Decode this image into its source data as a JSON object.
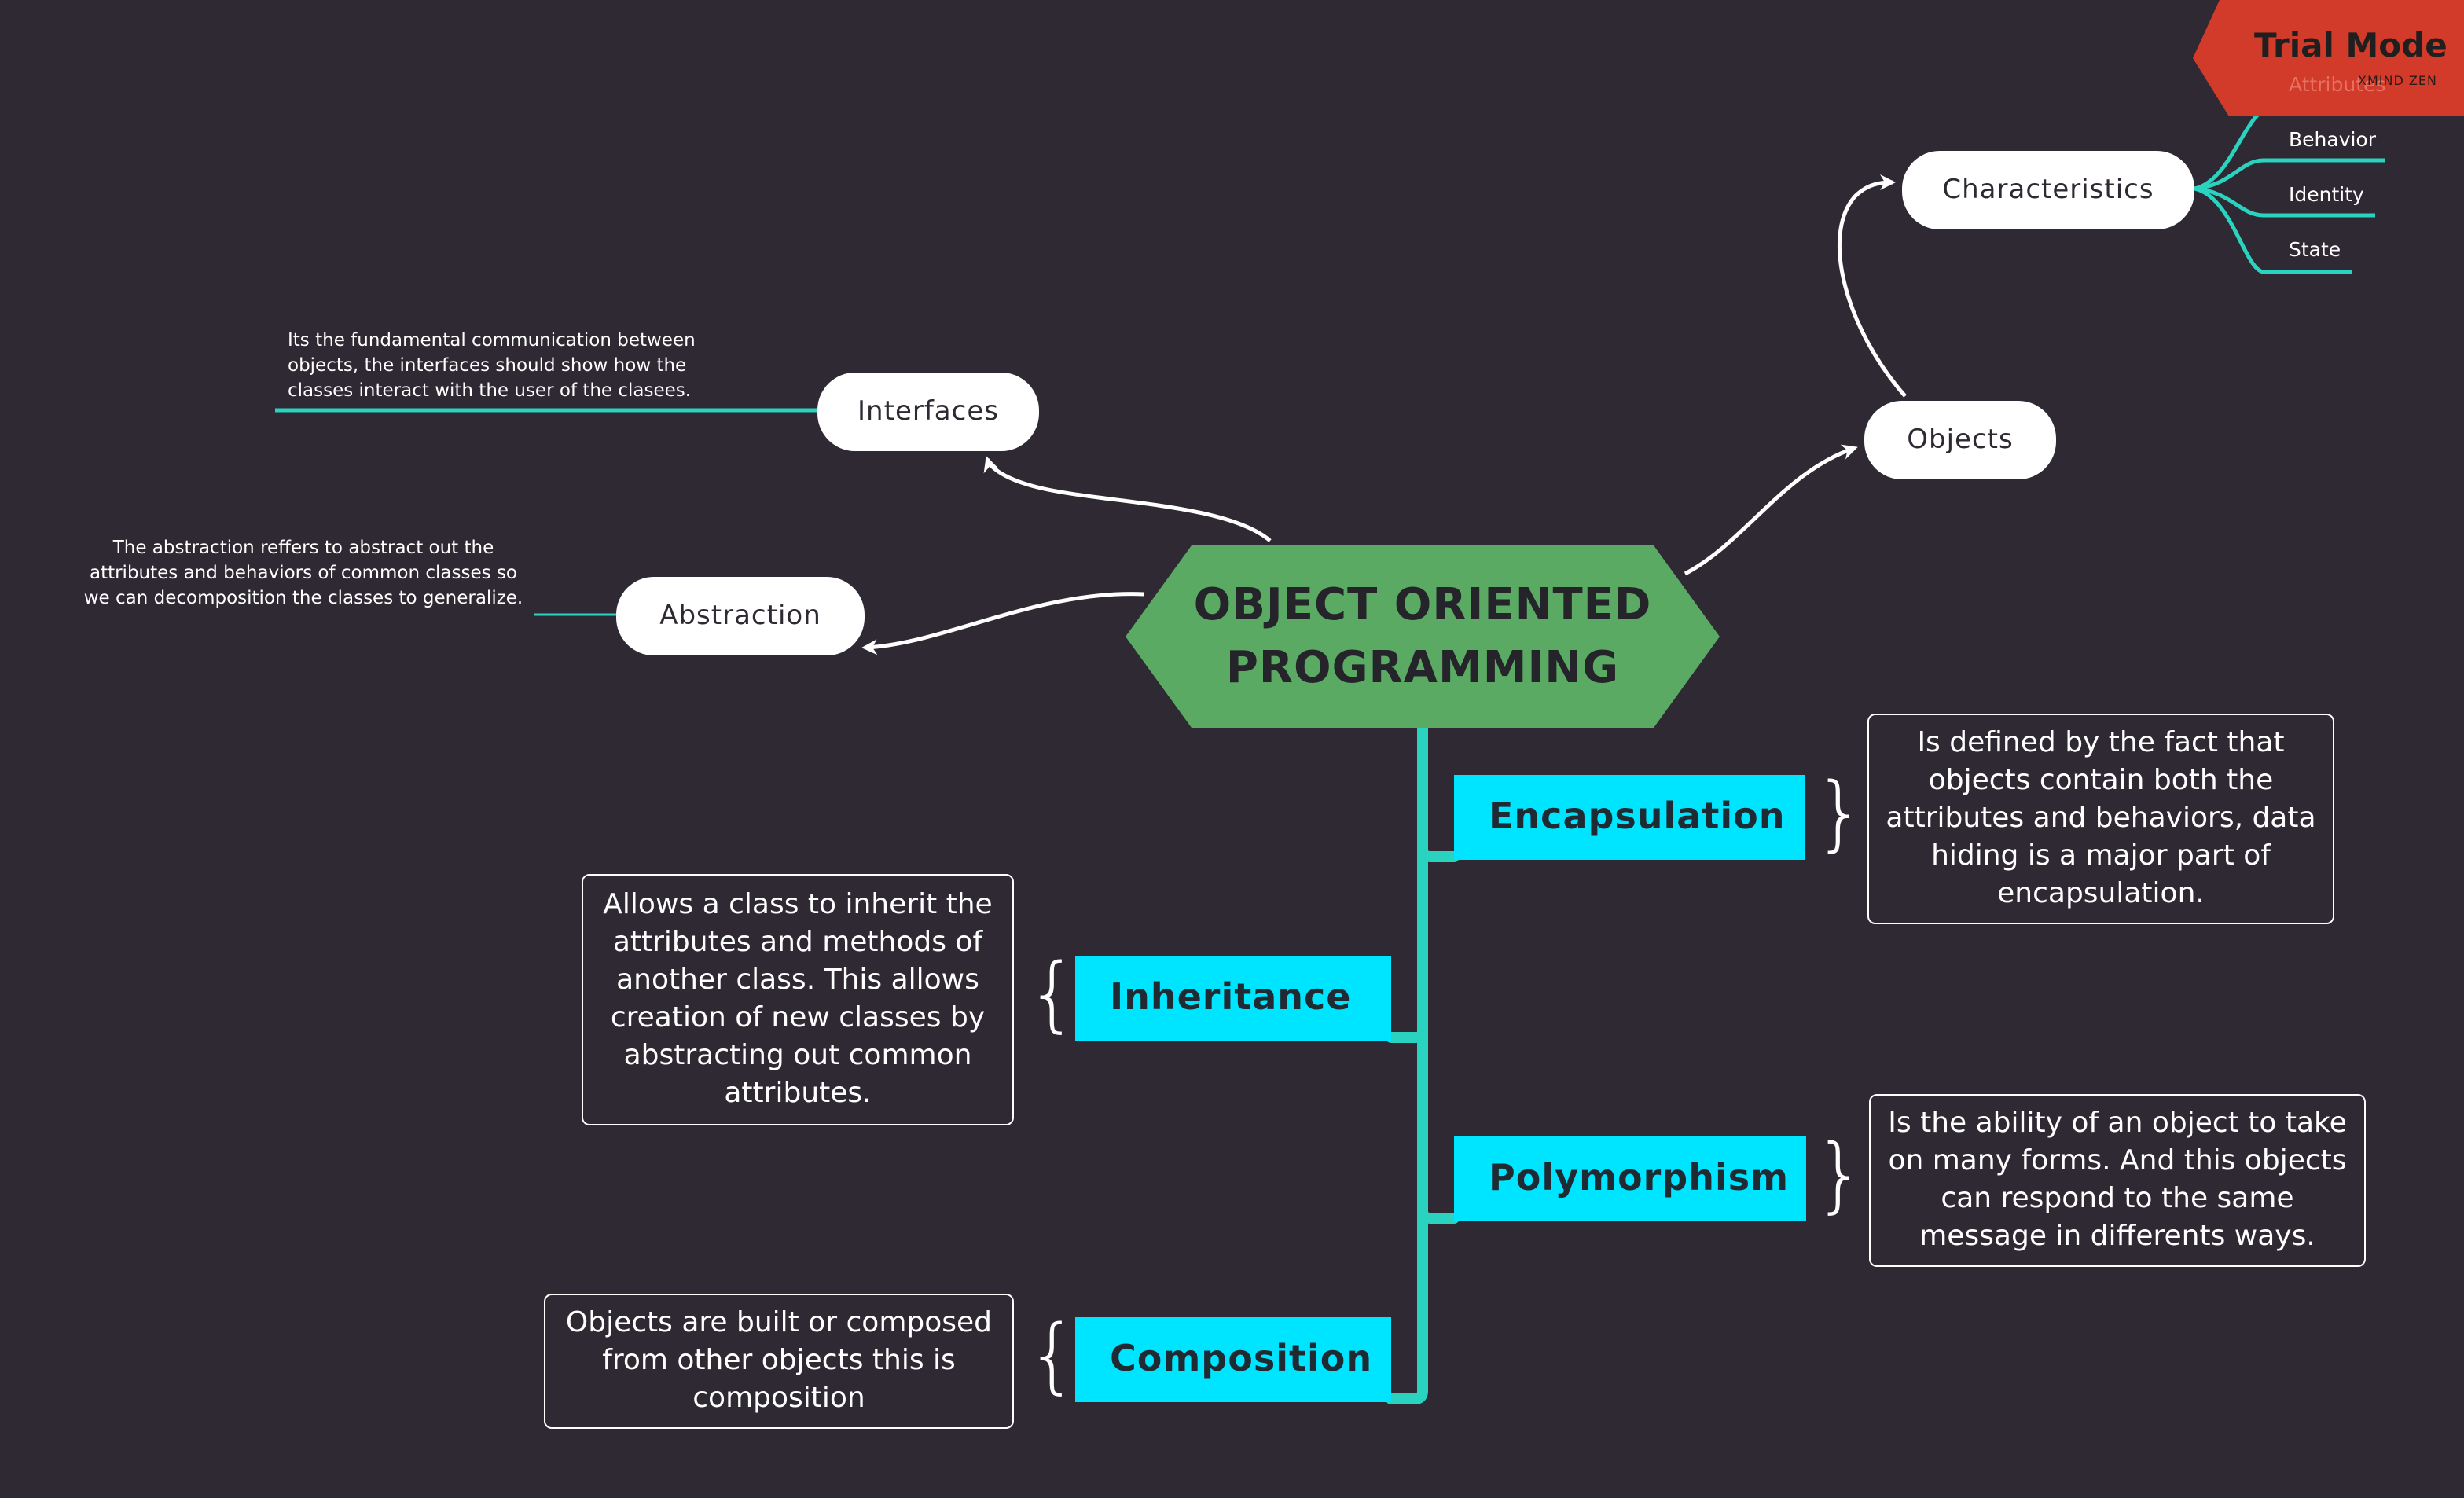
{
  "central": {
    "line1": "OBJECT ORIENTED",
    "line2": "PROGRAMMING"
  },
  "nodes": {
    "interfaces": "Interfaces",
    "abstraction": "Abstraction",
    "objects": "Objects",
    "characteristics": "Characteristics"
  },
  "notes": {
    "interfaces": "Its the fundamental communication between objects, the interfaces should show how the classes interact with the user of the clasees.",
    "abstraction": "The abstraction reffers to abstract out the attributes and behaviors of common classes so we can decomposition the classes to generalize."
  },
  "characteristics_items": [
    "Attributes",
    "Behavior",
    "Identity",
    "State"
  ],
  "concepts": {
    "encapsulation": {
      "label": "Encapsulation",
      "desc": "Is defined by the fact that objects contain both the attributes and behaviors, data hiding is a major part of encapsulation."
    },
    "inheritance": {
      "label": "Inheritance",
      "desc": "Allows a class to inherit the attributes and methods of another class. This allows creation of new classes by abstracting out common attributes."
    },
    "polymorphism": {
      "label": "Polymorphism",
      "desc": "Is the ability of an object to take on many forms. And this objects can respond to the same message in differents ways."
    },
    "composition": {
      "label": "Composition",
      "desc": "Objects are built or composed from other objects this is composition"
    }
  },
  "watermark": {
    "title": "Trial Mode",
    "subtitle": "XMIND ZEN"
  },
  "colors": {
    "background": "#2e2932",
    "central": "#5aaa64",
    "cyan": "#00e5ff",
    "teal": "#2ad3c0",
    "watermark": "#d23a2a"
  }
}
